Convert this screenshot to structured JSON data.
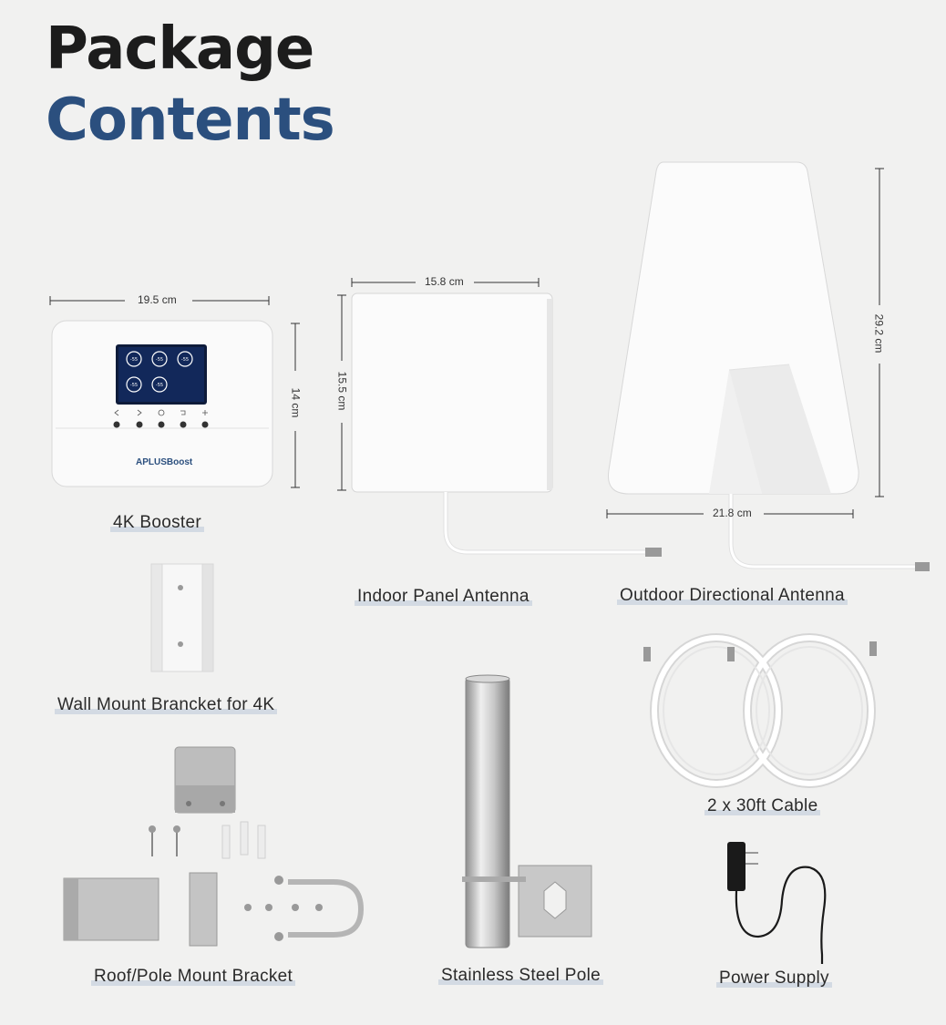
{
  "title": {
    "line1": "Package",
    "line2": "Contents"
  },
  "colors": {
    "title_dark": "#1c1c1c",
    "title_accent": "#2b4f7e",
    "label_highlight": "#b9c7d8",
    "background": "#f1f1f0"
  },
  "items": {
    "booster": {
      "label": "4K Booster",
      "width": "19.5 cm",
      "height": "14 cm",
      "brand": "APLUSBoost",
      "screen_readings": [
        "-55",
        "-55",
        "-55",
        "-55",
        "-55"
      ]
    },
    "indoor_antenna": {
      "label": "Indoor Panel Antenna",
      "width": "15.8 cm",
      "height": "15.5 cm"
    },
    "outdoor_antenna": {
      "label": "Outdoor Directional Antenna",
      "width": "21.8 cm",
      "height": "29.2 cm"
    },
    "wall_mount": {
      "label": "Wall Mount Brancket for 4K"
    },
    "cable": {
      "label": "2 x 30ft Cable"
    },
    "roof_mount": {
      "label": "Roof/Pole Mount Bracket"
    },
    "pole": {
      "label": "Stainless Steel Pole"
    },
    "power": {
      "label": "Power Supply"
    }
  }
}
